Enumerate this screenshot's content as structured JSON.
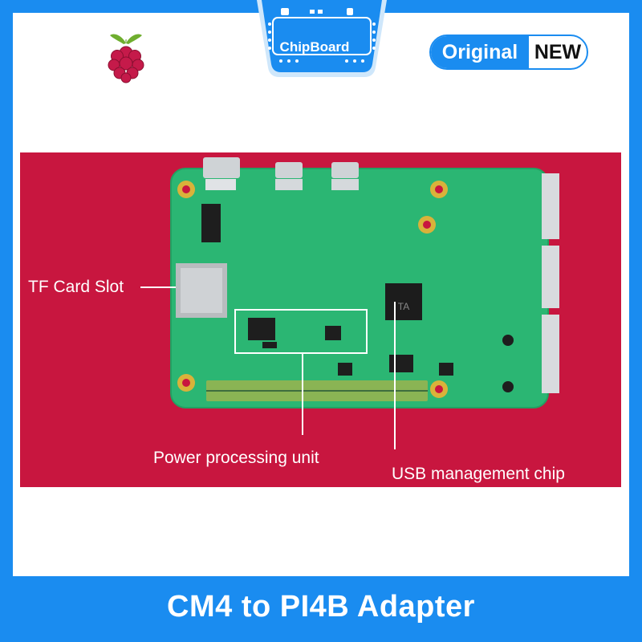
{
  "brand": {
    "name": "ChipBoard",
    "new_badge": {
      "left": "Original",
      "right": "NEW"
    }
  },
  "photo": {
    "callouts": {
      "tf_card": "TF Card Slot",
      "power": "Power processing unit",
      "usb": "USB management chip"
    },
    "chip_marking": "TA"
  },
  "product_title": "CM4 to PI4B Adapter",
  "colors": {
    "frame_blue": "#1a8cf0",
    "backdrop_crimson": "#c8163f",
    "pcb_green": "#2bb673",
    "pad_gold": "#d9b23a"
  },
  "icons": [
    "raspberry-pi-logo-icon",
    "chipboard-badge-icon"
  ]
}
